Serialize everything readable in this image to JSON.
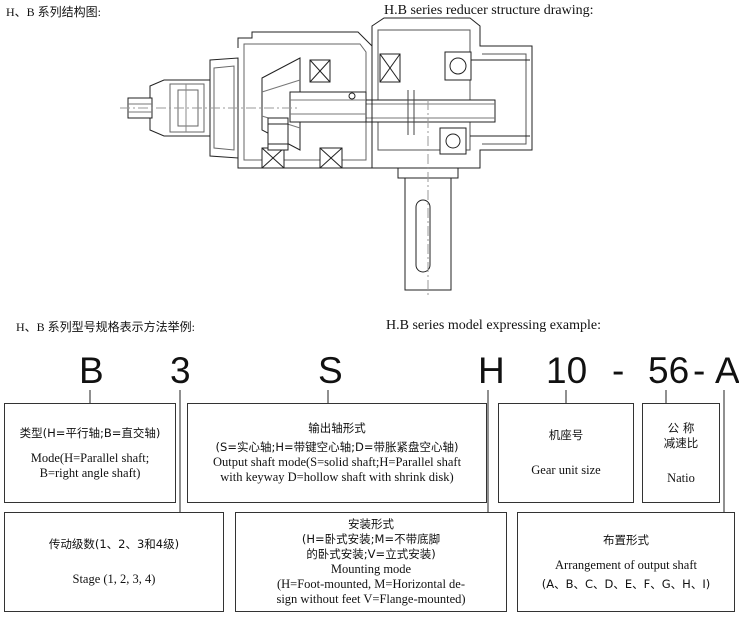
{
  "headings": {
    "structure_cn": "H、B 系列结构图:",
    "structure_en": "H.B series reducer structure drawing:",
    "model_cn": "H、B 系列型号规格表示方法举例:",
    "model_en": "H.B series model expressing example:"
  },
  "model_code": {
    "type": "B",
    "stage": "3",
    "shaft": "S",
    "mounting": "H",
    "size": "10",
    "dash1": "-",
    "ratio": "56",
    "dash2": "-",
    "arrangement": "A"
  },
  "boxes": {
    "type": {
      "cn": "类型(H=平行轴;B=直交轴)",
      "en1": "Mode(H=Parallel shaft;",
      "en2": "B=right angle shaft)"
    },
    "output_shaft": {
      "cn1": "输出轴形式",
      "cn2": "(S=实心轴;H=带键空心轴;D=带胀紧盘空心轴)",
      "en1": "Output shaft mode(S=solid shaft;H=Parallel shaft",
      "en2": "with  keyway D=hollow shaft with shrink disk)"
    },
    "size": {
      "cn": "机座号",
      "en": "Gear unit size"
    },
    "ratio": {
      "cn1": "公  称",
      "cn2": "减速比",
      "en": "Natio"
    },
    "stage": {
      "cn": "传动级数(1、2、3和4级)",
      "en": "Stage (1, 2, 3, 4)"
    },
    "mounting": {
      "cn1": "安装形式",
      "cn2": "(H=卧式安装;M=不带底脚",
      "cn3": "的卧式安装;V=立式安装)",
      "en1": "Mounting mode",
      "en2": "(H=Foot-mounted, M=Horizontal de-",
      "en3": "sign without feet  V=Flange-mounted)"
    },
    "arrangement": {
      "cn": "布置形式",
      "en1": "Arrangement of output shaft",
      "en2": "(A、B、C、D、E、F、G、H、I)"
    }
  }
}
